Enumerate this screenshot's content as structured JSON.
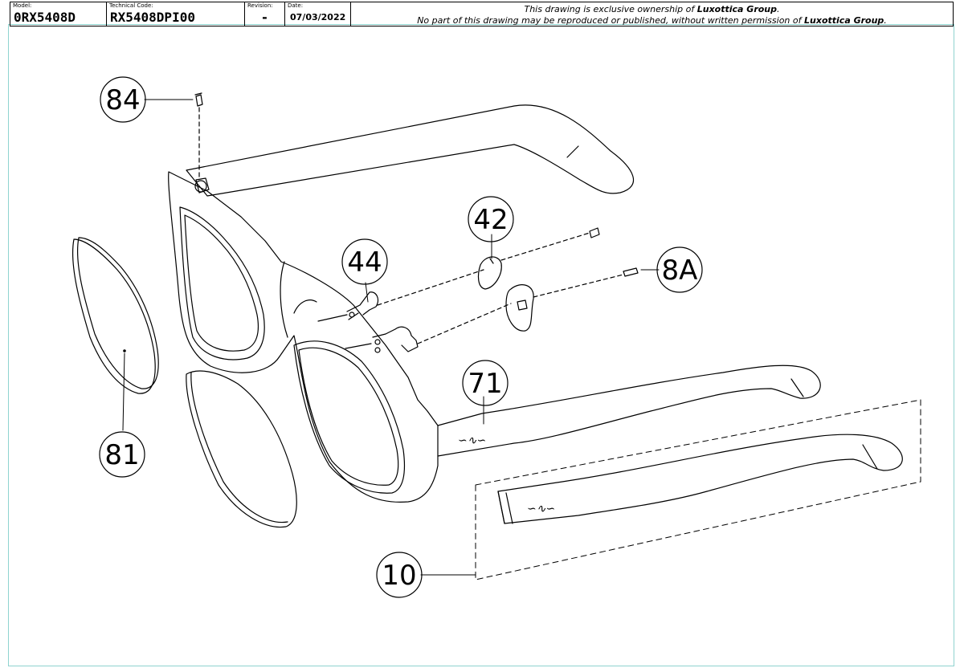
{
  "title_block": {
    "model_label": "Model:",
    "model_value": "0RX5408D",
    "technical_code_label": "Technical Code:",
    "technical_code_value": "RX5408DPI00",
    "revision_label": "Revision:",
    "revision_value": "-",
    "date_label": "Date:",
    "date_value": "07/03/2022",
    "ownership_line_prefix": "This drawing is exclusive ownership of ",
    "ownership_owner": "Luxottica Group",
    "ownership_line_suffix": ".",
    "permission_line_prefix": "No part of this drawing may be reproduced or published, without written permission of ",
    "permission_owner": "Luxottica Group",
    "permission_line_suffix": "."
  },
  "callouts": {
    "c84": "84",
    "c42": "42",
    "c44": "44",
    "c8a": "8A",
    "c71": "71",
    "c81": "81",
    "c10": "10"
  },
  "colors": {
    "line": "#000000",
    "frame_border": "#8fd3cf"
  }
}
